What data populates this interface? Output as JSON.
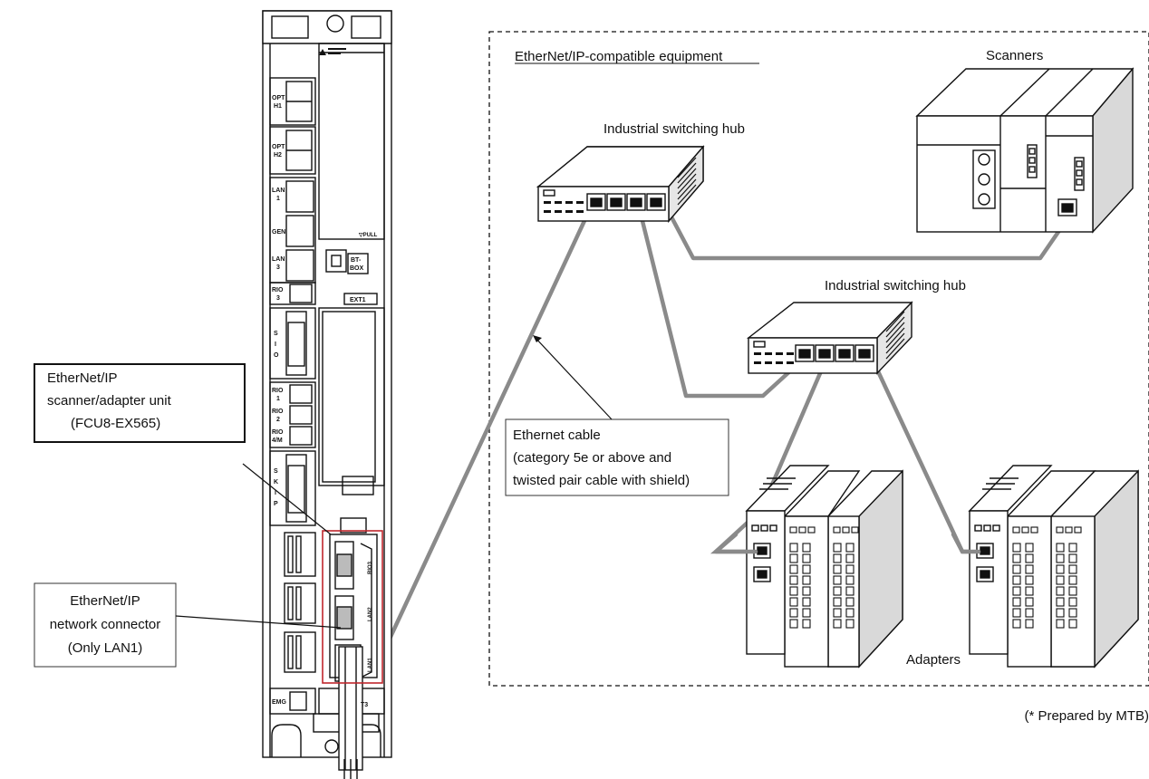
{
  "title": "EtherNet/IP-compatible equipment",
  "labels": {
    "scanners": "Scanners",
    "hub1": "Industrial switching hub",
    "hub2": "Industrial switching hub",
    "adapters": "Adapters",
    "prepared": "(* Prepared by MTB)"
  },
  "callouts": {
    "unit": [
      "EtherNet/IP",
      "scanner/adapter unit",
      "(FCU8-EX565)"
    ],
    "connector": [
      "EtherNet/IP",
      "network connector",
      "(Only LAN1)"
    ],
    "cable": [
      "Ethernet cable",
      "(category 5e or above and",
      "twisted pair cable with shield)"
    ]
  },
  "controller": {
    "pull": "▽PULL",
    "bt_box": [
      "BT-",
      "BOX"
    ],
    "ext1": "EXT1",
    "ports": [
      {
        "id": "opt1",
        "lines": [
          "OPT",
          "H1"
        ]
      },
      {
        "id": "opt2",
        "lines": [
          "OPT",
          "H2"
        ]
      },
      {
        "id": "lan1",
        "lines": [
          "LAN",
          "1"
        ]
      },
      {
        "id": "gen",
        "lines": [
          "GEN"
        ]
      },
      {
        "id": "lan3",
        "lines": [
          "LAN",
          "3"
        ]
      },
      {
        "id": "rio3",
        "lines": [
          "RIO",
          "3"
        ]
      },
      {
        "id": "sio",
        "lines": [
          "S",
          "I",
          "O"
        ]
      },
      {
        "id": "rio1",
        "lines": [
          "RIO",
          "1"
        ]
      },
      {
        "id": "rio2",
        "lines": [
          "RIO",
          "2"
        ]
      },
      {
        "id": "rio4m",
        "lines": [
          "RIO",
          "4/M"
        ]
      },
      {
        "id": "skip",
        "lines": [
          "S",
          "K",
          "I",
          "P"
        ]
      },
      {
        "id": "emg",
        "lines": [
          "EMG"
        ]
      }
    ],
    "slot_marks": [
      "LAN1",
      "LAN2",
      "RIO3"
    ],
    "bottom_mark": "T3"
  },
  "colors": {
    "cable": "#8a8a8a",
    "highlight": "#c0272d",
    "device_shade": "#d9d9d9",
    "outline": "#111111"
  }
}
